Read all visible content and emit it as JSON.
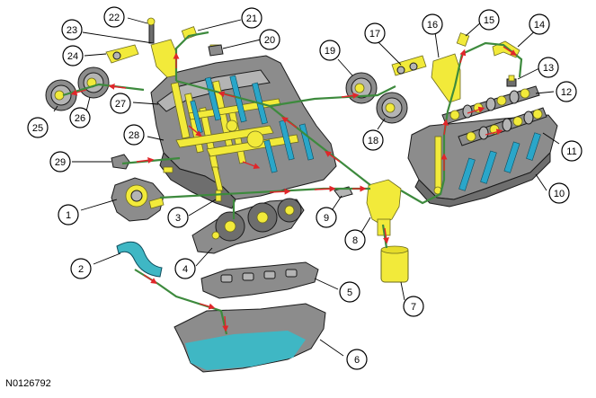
{
  "figure_id": "N0126792",
  "callouts": [
    "1",
    "2",
    "3",
    "4",
    "5",
    "6",
    "7",
    "8",
    "9",
    "10",
    "11",
    "12",
    "13",
    "14",
    "15",
    "16",
    "17",
    "18",
    "19",
    "20",
    "21",
    "22",
    "23",
    "24",
    "25",
    "26",
    "27",
    "28",
    "29"
  ],
  "colors": {
    "engine": "#8c8c8c",
    "oil_passage": "#f2ea3a",
    "coolant_passage": "#2aa6c9",
    "oil_line": "#3d8a3d",
    "flow_arrow": "#e0262a",
    "oil_in_pan": "#3fb7c4"
  }
}
